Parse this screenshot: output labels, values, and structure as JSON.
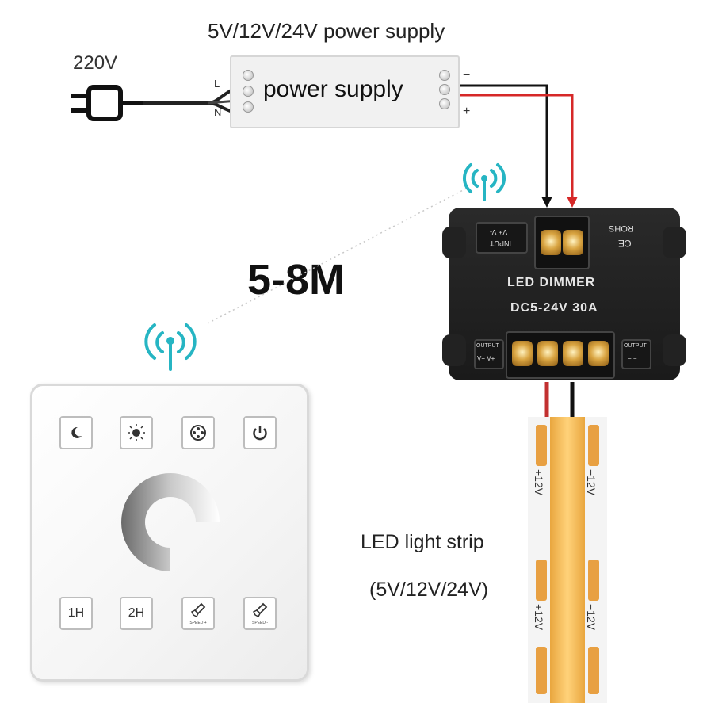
{
  "title": "5V/12V/24V power supply",
  "mains_label": "220V",
  "power_supply": {
    "label": "power supply",
    "pin_l": "L",
    "pin_n": "N",
    "pin_minus": "−",
    "pin_plus": "+"
  },
  "distance": "5-8M",
  "dimmer": {
    "title": "LED DIMMER",
    "rating": "DC5-24V  30A",
    "input_label": "INPUT",
    "input_pins": "V+  V-",
    "rohs": "ROHS",
    "ce": "CE",
    "output_left": "OUTPUT",
    "output_left_pins": "V+ V+",
    "output_right": "OUTPUT",
    "output_right_pins": "−  −"
  },
  "panel": {
    "btn_1h": "1H",
    "btn_2h": "2H",
    "speed_plus": "SPEED +",
    "speed_minus": "SPEED -"
  },
  "strip": {
    "label": "LED light strip",
    "voltages": "(5V/12V/24V)",
    "mark_plus": "+12V",
    "mark_minus": "−12V"
  },
  "colors": {
    "wire_black": "#111111",
    "wire_red": "#d62828",
    "wifi_teal": "#26b5c3",
    "strip_amber": "#f0b24a"
  }
}
